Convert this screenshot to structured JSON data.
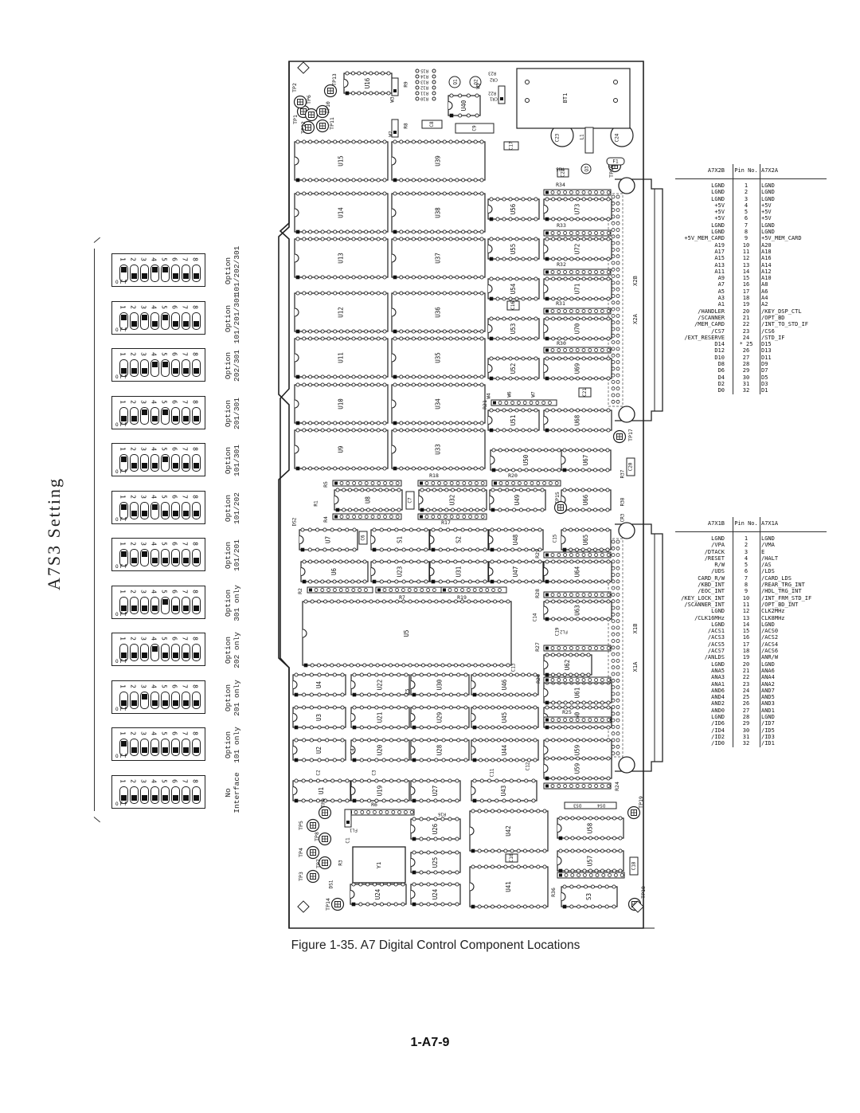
{
  "figure": {
    "caption": "Figure 1-35. A7 Digital Control Component Locations",
    "page_number": "1-A7-9"
  },
  "switch_section": {
    "title": "A7S3 Setting",
    "off_label": "OFF",
    "switch_numbers": [
      "1",
      "2",
      "3",
      "4",
      "5",
      "6",
      "7",
      "8"
    ],
    "settings": [
      {
        "label_line1": "Option",
        "label_line2": "101/202/301",
        "on": [
          1,
          4,
          5
        ]
      },
      {
        "label_line1": "Option",
        "label_line2": "101/201/301",
        "on": [
          1,
          3,
          5
        ]
      },
      {
        "label_line1": "Option",
        "label_line2": "202/301",
        "on": [
          4,
          5
        ]
      },
      {
        "label_line1": "Option",
        "label_line2": "201/301",
        "on": [
          3,
          5
        ]
      },
      {
        "label_line1": "Option",
        "label_line2": "101/301",
        "on": [
          1,
          5
        ]
      },
      {
        "label_line1": "Option",
        "label_line2": "101/202",
        "on": [
          1,
          4
        ]
      },
      {
        "label_line1": "Option",
        "label_line2": "101/201",
        "on": [
          1,
          3
        ]
      },
      {
        "label_line1": "Option",
        "label_line2": "301 only",
        "on": [
          5
        ]
      },
      {
        "label_line1": "Option",
        "label_line2": "202 only",
        "on": [
          4
        ]
      },
      {
        "label_line1": "Option",
        "label_line2": "201 only",
        "on": [
          3
        ]
      },
      {
        "label_line1": "Option",
        "label_line2": "101 only",
        "on": [
          1
        ]
      },
      {
        "label_line1": "No",
        "label_line2": "Interface",
        "on": []
      }
    ]
  },
  "pin_tables": [
    {
      "headers": [
        "A7X2B",
        "Pin No.",
        "A7X2A"
      ],
      "rows": [
        [
          "LGND",
          "1",
          "LGND"
        ],
        [
          "LGND",
          "2",
          "LGND"
        ],
        [
          "LGND",
          "3",
          "LGND"
        ],
        [
          "+5V",
          "4",
          "+5V"
        ],
        [
          "+5V",
          "5",
          "+5V"
        ],
        [
          "+5V",
          "6",
          "+5V"
        ],
        [
          "LGND",
          "7",
          "LGND"
        ],
        [
          "LGND",
          "8",
          "LGND"
        ],
        [
          "+5V_MEM_CARD",
          "9",
          "+5V_MEM_CARD"
        ],
        [
          "A19",
          "10",
          "A20"
        ],
        [
          "A17",
          "11",
          "A18"
        ],
        [
          "A15",
          "12",
          "A16"
        ],
        [
          "A13",
          "13",
          "A14"
        ],
        [
          "A11",
          "14",
          "A12"
        ],
        [
          "A9",
          "15",
          "A10"
        ],
        [
          "A7",
          "16",
          "A8"
        ],
        [
          "A5",
          "17",
          "A6"
        ],
        [
          "A3",
          "18",
          "A4"
        ],
        [
          "A1",
          "19",
          "A2"
        ],
        [
          "/HANDLER",
          "20",
          "/KEY_DSP_CTL"
        ],
        [
          "/SCANNER",
          "21",
          "/OPT_BD"
        ],
        [
          "/MEM_CARD",
          "22",
          "/INT_TO_STD_IF"
        ],
        [
          "/CS7",
          "23",
          "/CS6"
        ],
        [
          "/EXT_RESERVE",
          "24",
          "/STD_IF"
        ],
        [
          "D14",
          "* 25",
          "D15"
        ],
        [
          "D12",
          "26",
          "D13"
        ],
        [
          "D10",
          "27",
          "D11"
        ],
        [
          "D8",
          "28",
          "D9"
        ],
        [
          "D6",
          "29",
          "D7"
        ],
        [
          "D4",
          "30",
          "D5"
        ],
        [
          "D2",
          "31",
          "D3"
        ],
        [
          "D0",
          "32",
          "D1"
        ]
      ]
    },
    {
      "headers": [
        "A7X1B",
        "Pin No.",
        "A7X1A"
      ],
      "rows": [
        [
          "LGND",
          "1",
          "LGND"
        ],
        [
          "/VPA",
          "2",
          "/VMA"
        ],
        [
          "/DTACK",
          "3",
          "E"
        ],
        [
          "/RESET",
          "4",
          "/HALT"
        ],
        [
          "R/W",
          "5",
          "/AS"
        ],
        [
          "/UDS",
          "6",
          "/LDS"
        ],
        [
          "CARD_R/W",
          "7",
          "/CARD_LDS"
        ],
        [
          "/KBD_INT",
          "8",
          "/REAR_TRG_INT"
        ],
        [
          "/EOC_INT",
          "9",
          "/HDL_TRG_INT"
        ],
        [
          "/KEY_LOCK_INT",
          "10",
          "/INT_FRM_STD_IF"
        ],
        [
          "/SCANNER_INT",
          "11",
          "/OPT_BD_INT"
        ],
        [
          "LGND",
          "12",
          "CLK2MHz"
        ],
        [
          "/CLK16MHz",
          "13",
          "CLK8MHz"
        ],
        [
          "LGND",
          "14",
          "LGND"
        ],
        [
          "/ACS1",
          "15",
          "/ACS0"
        ],
        [
          "/ACS3",
          "16",
          "/ACS2"
        ],
        [
          "/ACS5",
          "17",
          "/ACS4"
        ],
        [
          "/ACS7",
          "18",
          "/ACS6"
        ],
        [
          "/ANLDS",
          "19",
          "ANR/W"
        ],
        [
          "LGND",
          "20",
          "LGND"
        ],
        [
          "ANA5",
          "21",
          "ANA6"
        ],
        [
          "ANA3",
          "22",
          "ANA4"
        ],
        [
          "ANA1",
          "23",
          "ANA2"
        ],
        [
          "AND6",
          "24",
          "AND7"
        ],
        [
          "AND4",
          "25",
          "AND5"
        ],
        [
          "AND2",
          "26",
          "AND3"
        ],
        [
          "AND0",
          "27",
          "AND1"
        ],
        [
          "LGND",
          "28",
          "LGND"
        ],
        [
          "/ID6",
          "29",
          "/ID7"
        ],
        [
          "/ID4",
          "30",
          "/ID5"
        ],
        [
          "/ID2",
          "31",
          "/ID3"
        ],
        [
          "/ID0",
          "32",
          "/ID1"
        ]
      ]
    }
  ],
  "board": {
    "connector_labels": [
      "X2B",
      "X2A",
      "X1B",
      "X1A"
    ],
    "large_chips": [
      "U15",
      "U39",
      "U14",
      "U38",
      "U13",
      "U37",
      "U12",
      "U36",
      "U11",
      "U35",
      "U10",
      "U34",
      "U9",
      "U33",
      "U5"
    ],
    "small_chips": [
      "U16",
      "U40",
      "U56",
      "U73",
      "U55",
      "U72",
      "U54",
      "U71",
      "U53",
      "U70",
      "U52",
      "U69",
      "U51",
      "U68",
      "U50",
      "U67",
      "U8",
      "U32",
      "U49",
      "U66",
      "U7",
      "S1",
      "S2",
      "U48",
      "U65",
      "U6",
      "U23",
      "U31",
      "U47",
      "U64",
      "U63",
      "U62",
      "U4",
      "U22",
      "U30",
      "U46",
      "U61",
      "U3",
      "U21",
      "U29",
      "U45",
      "U60",
      "U2",
      "U20",
      "U28",
      "U44",
      "U59",
      "U1",
      "U19",
      "U27",
      "U43",
      "U26",
      "U42",
      "U58",
      "U25",
      "U57",
      "U24",
      "U41",
      "S3"
    ],
    "resistor_networks": [
      "R34",
      "R33",
      "R32",
      "R31",
      "R30",
      "R21",
      "R18",
      "R20",
      "R5",
      "R4",
      "R17",
      "R2",
      "R7",
      "R19",
      "R29",
      "R28",
      "R27",
      "R26",
      "R25",
      "R24",
      "R6",
      "R36"
    ],
    "test_points": [
      "TP1",
      "TP2",
      "TP6",
      "TP10",
      "TP11",
      "TP12",
      "TP13",
      "TP16",
      "TP17",
      "TP15",
      "TP19",
      "TP18",
      "TP3",
      "TP4",
      "TP5",
      "TP7",
      "TP8",
      "TP9",
      "TP14"
    ],
    "capacitors": [
      "C8",
      "C9",
      "C17",
      "C22",
      "C23",
      "C24",
      "C16",
      "C21",
      "C20",
      "C7",
      "C6",
      "C15",
      "C14",
      "C19",
      "C13",
      "C5",
      "C4",
      "C2",
      "C3",
      "C11",
      "C12",
      "C10",
      "C18",
      "C1"
    ],
    "discrete_labels": [
      "R15",
      "R14",
      "R13",
      "R12",
      "R11",
      "R10",
      "R9",
      "R8",
      "R23",
      "R22",
      "CR1",
      "CR2",
      "Q1",
      "Q2",
      "Q3",
      "W1",
      "W2",
      "W3",
      "W4",
      "W5",
      "W6",
      "W7",
      "R35",
      "R37",
      "R38",
      "CR3",
      "R3",
      "R1",
      "R16",
      "FL1",
      "FL2",
      "L1",
      "F1",
      "BT1",
      "Y1",
      "DS1",
      "DS2",
      "DS3",
      "DS4"
    ]
  }
}
